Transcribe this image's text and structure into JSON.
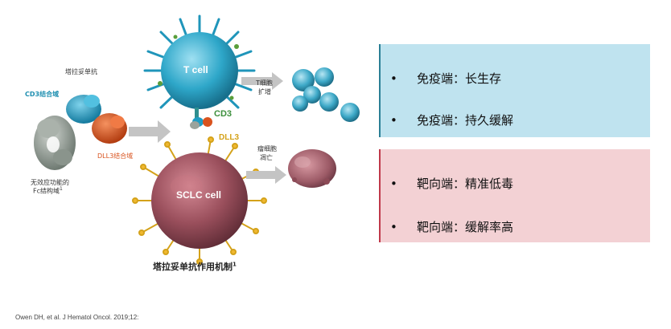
{
  "diagram": {
    "antibody_title": "塔拉妥单抗",
    "cd3_domain_label": "CD3结合域",
    "dll3_domain_label": "DLL3结合域",
    "fc_label_line1": "无效应功能的",
    "fc_label_line2": "Fc结构域",
    "fc_sup": "1",
    "tcell_label": "T cell",
    "cd3_label": "CD3",
    "dll3_label": "DLL3",
    "sclc_label": "SCLC cell",
    "tcell_expand_line1": "T细胞",
    "tcell_expand_line2": "扩增",
    "tumor_death_line1": "瘤细胞",
    "tumor_death_line2": "凋亡",
    "caption": "塔拉妥单抗作用机制",
    "caption_sup": "1"
  },
  "panels": {
    "immune": [
      "免疫端：长生存",
      "免疫端：持久缓解"
    ],
    "target": [
      "靶向端：精准低毒",
      "靶向端：缓解率高"
    ],
    "bullet": "•"
  },
  "citation": "Owen DH, et al. J Hematol Oncol. 2019;12:",
  "colors": {
    "immune_panel": "#bfe3ef",
    "target_panel": "#f3d1d4",
    "tcell": "#2ea7c9",
    "sclc": "#9a4f5c",
    "cd3_domain": "#1f9cc2",
    "dll3_domain": "#d9531e"
  }
}
